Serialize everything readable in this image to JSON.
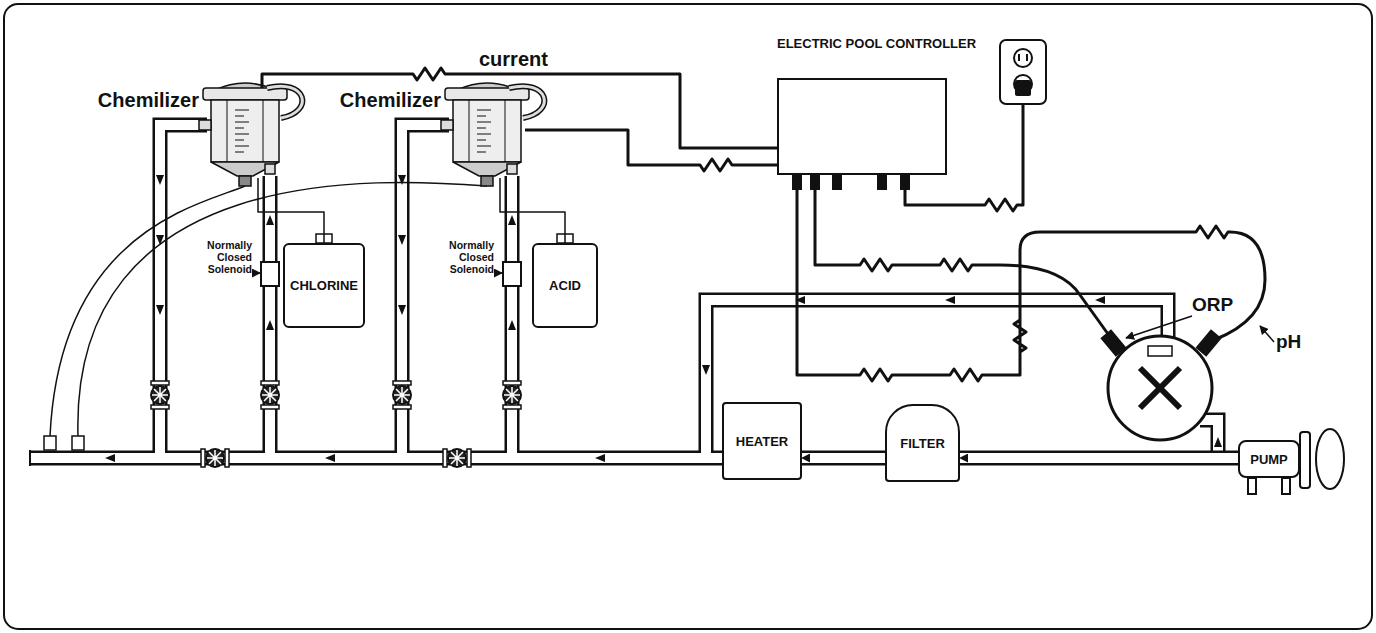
{
  "diagram": {
    "nodes": [
      {
        "text": [
          "ELECTRIC POOL CONTROLLER"
        ]
      },
      {
        "text": [
          "Chemilizer"
        ]
      },
      {
        "text": [
          "Chemilizer"
        ]
      },
      {
        "text": [
          "CHLORINE"
        ]
      },
      {
        "text": [
          "ACID"
        ]
      },
      {
        "text": [
          "HEATER"
        ]
      },
      {
        "text": [
          "FILTER"
        ]
      },
      {
        "text": [
          "PUMP"
        ]
      }
    ],
    "edges": [
      {
        "from": 7,
        "to": 6,
        "arrow": "to"
      },
      {
        "from": 6,
        "to": 5,
        "arrow": "to"
      },
      {
        "from": 0,
        "to": 1,
        "label": "current",
        "arrow": "none"
      },
      {
        "from": 0,
        "to": 2,
        "arrow": "none"
      },
      {
        "from": 3,
        "to": 1,
        "arrow": "none"
      },
      {
        "from": 4,
        "to": 2,
        "arrow": "none"
      }
    ],
    "labels": [
      "ORP",
      "pH",
      "Normally Closed Solenoid",
      "Normally Closed Solenoid"
    ]
  }
}
